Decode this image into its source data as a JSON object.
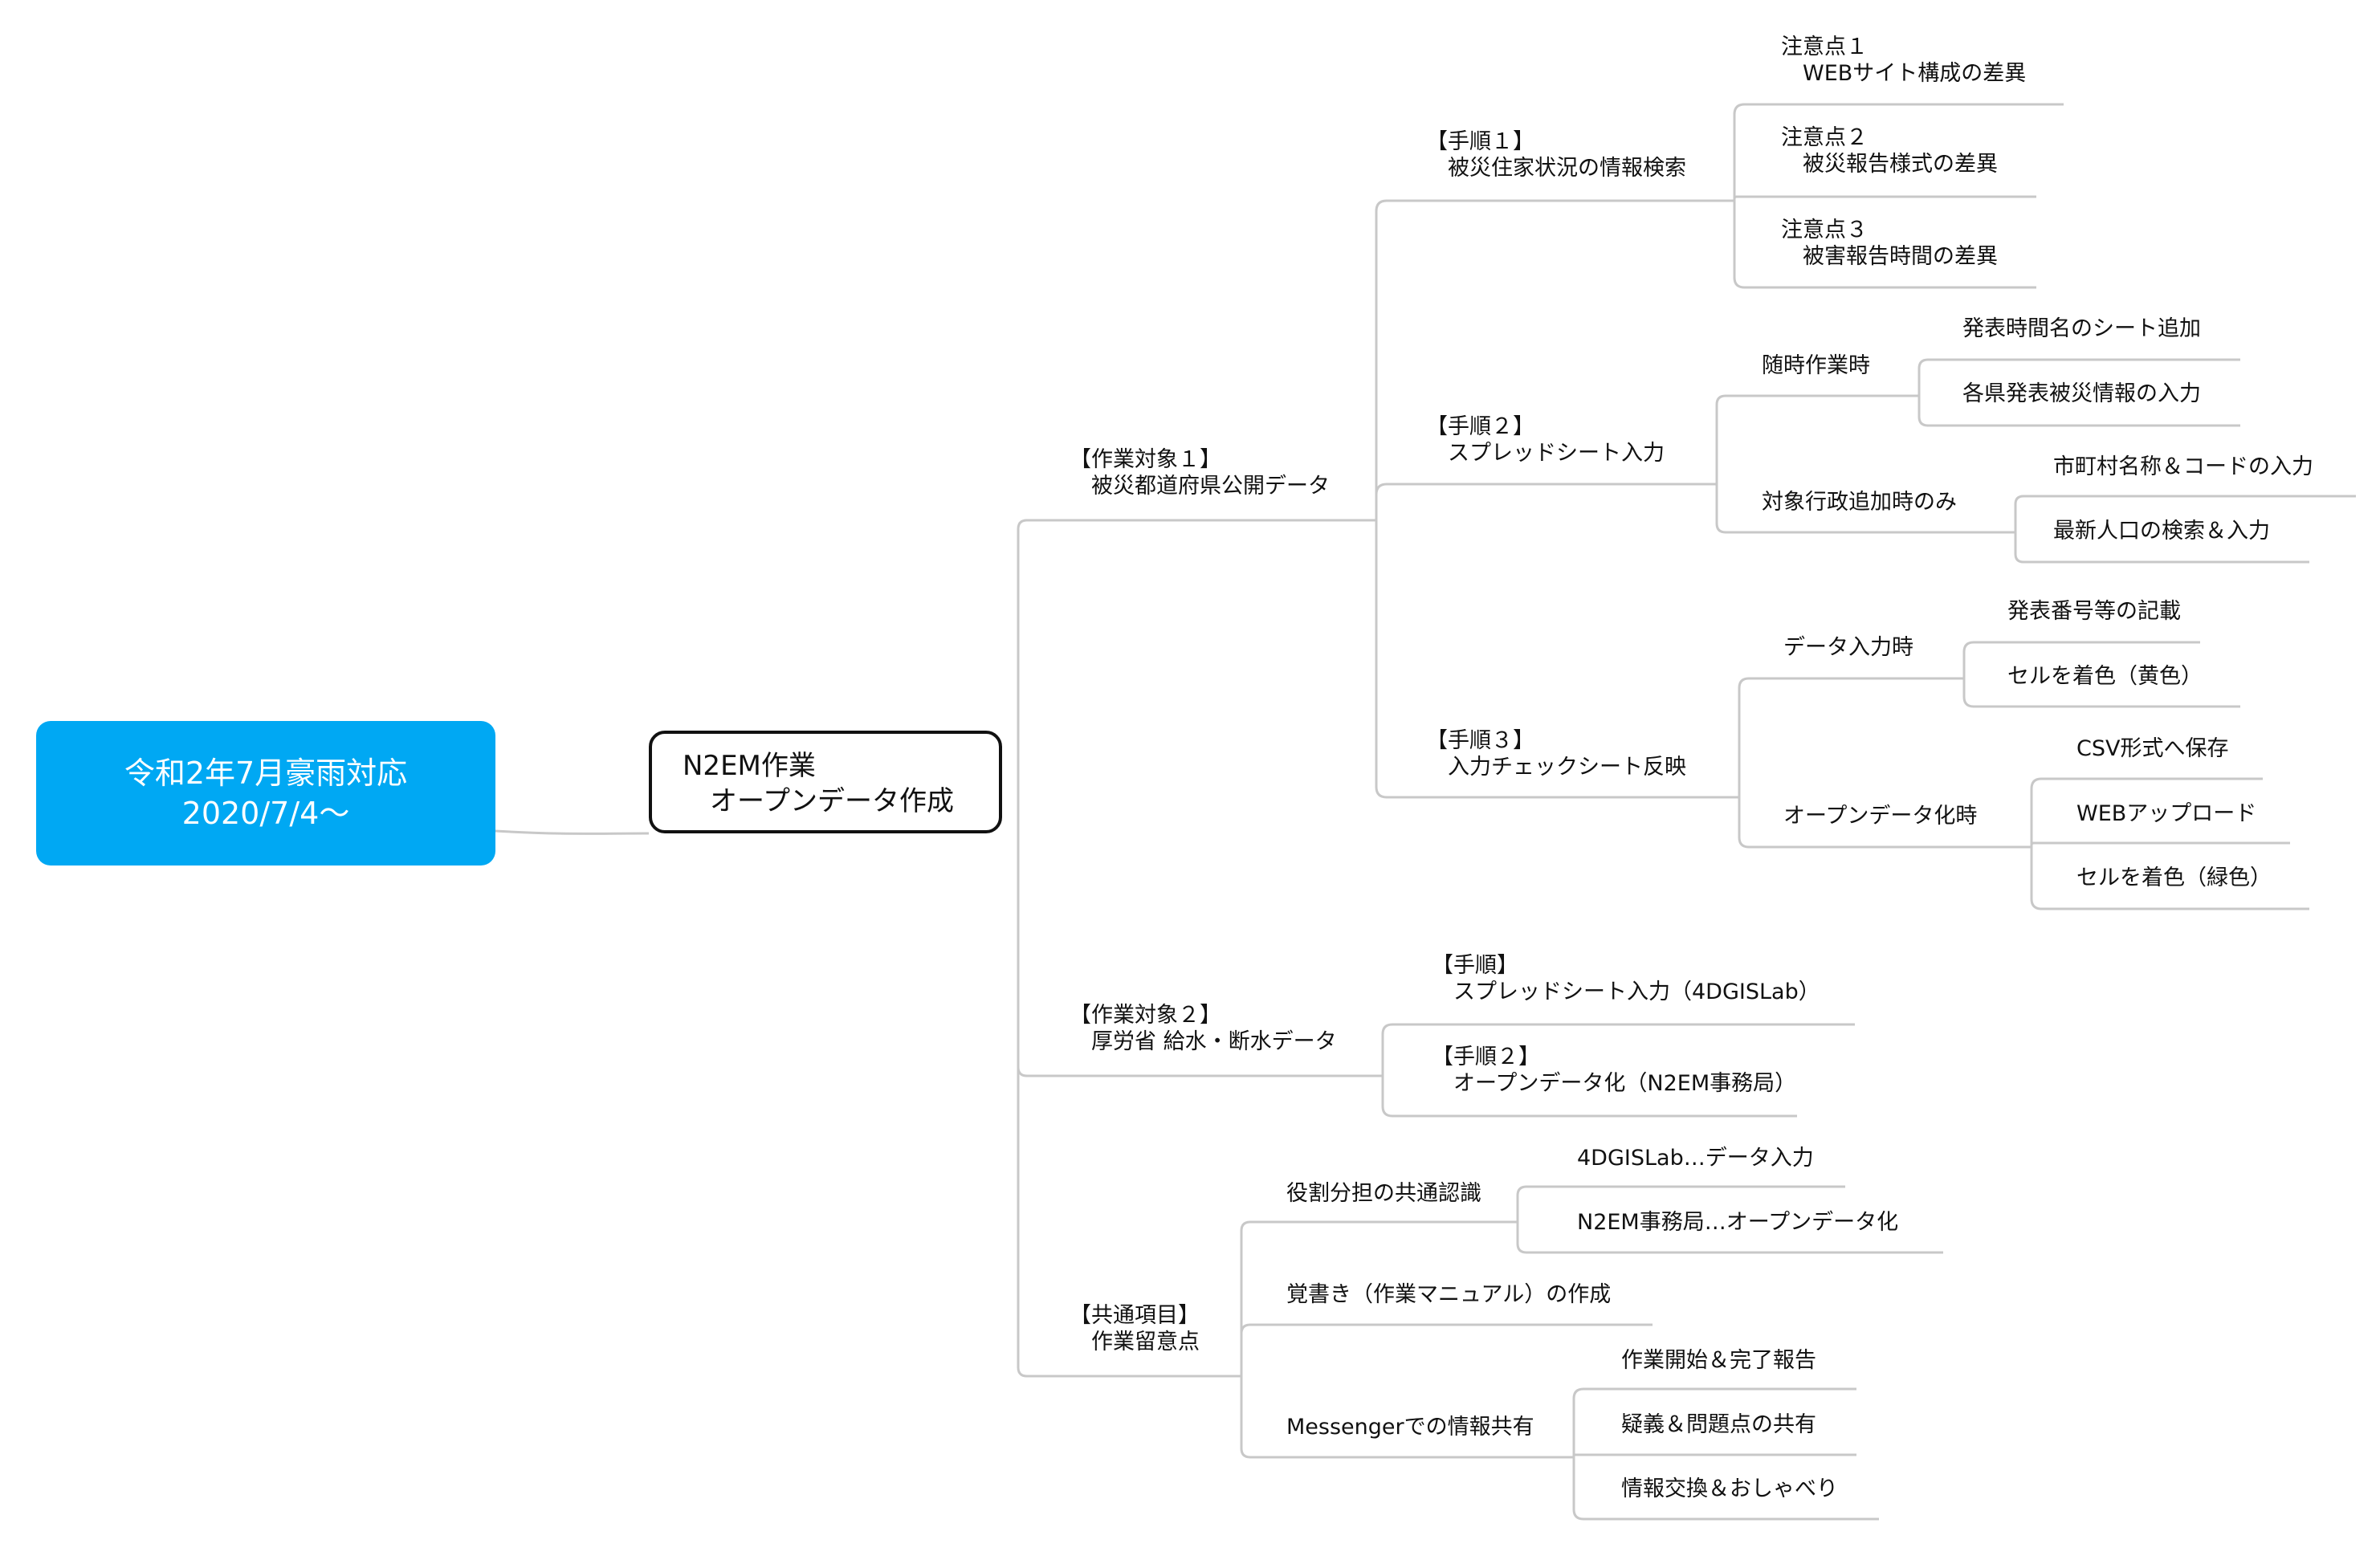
{
  "colors": {
    "root_fill": "#00a8f3",
    "line": "#c8c8c8",
    "text": "#111111"
  },
  "root": {
    "line1": "令和2年7月豪雨対応",
    "line2": "2020/7/4～"
  },
  "center": {
    "text": "N2EM作業\n　オープンデータ作成"
  },
  "nodes": {
    "target1": "【作業対象１】\n　被災都道府県公開データ",
    "step1": "【手順１】\n　被災住家状況の情報検索",
    "note1": "注意点１\n　WEBサイト構成の差異",
    "note2": "注意点２\n　被災報告様式の差異",
    "note3": "注意点３\n　被害報告時間の差異",
    "step2": "【手順２】\n　スプレッドシート入力",
    "anytime": "随時作業時",
    "sheet_add": "発表時間名のシート追加",
    "pref_input": "各県発表被災情報の入力",
    "admin_add": "対象行政追加時のみ",
    "city_code": "市町村名称＆コードの入力",
    "population": "最新人口の検索＆入力",
    "step3": "【手順３】\n　入力チェックシート反映",
    "data_input": "データ入力時",
    "announce_no": "発表番号等の記載",
    "yellow": "セルを着色（黄色）",
    "opendata": "オープンデータ化時",
    "csv": "CSV形式へ保存",
    "web_upload": "WEBアップロード",
    "green": "セルを着色（緑色）",
    "target2": "【作業対象２】\n　厚労省 給水・断水データ",
    "t2_step": "【手順】\n　スプレッドシート入力（4DGISLab）",
    "t2_step2": "【手順２】\n　オープンデータ化（N2EM事務局）",
    "common": "【共通項目】\n　作業留意点",
    "roles": "役割分担の共通認識",
    "lab_role": "4DGISLab…データ入力",
    "n2em_role": "N2EM事務局…オープンデータ化",
    "manual": "覚書き（作業マニュアル）の作成",
    "messenger": "Messengerでの情報共有",
    "report": "作業開始＆完了報告",
    "questions": "疑義＆問題点の共有",
    "chat": "情報交換＆おしゃべり"
  }
}
